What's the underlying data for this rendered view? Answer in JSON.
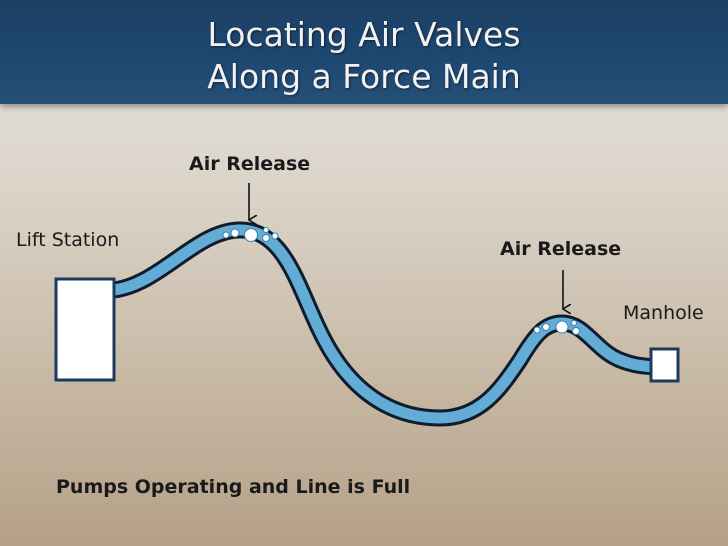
{
  "title": {
    "line1": "Locating Air Valves",
    "line2": "Along a Force Main"
  },
  "labels": {
    "lift_station": "Lift Station",
    "manhole": "Manhole",
    "air_release_1": "Air Release",
    "air_release_2": "Air Release",
    "caption": "Pumps Operating and Line is Full"
  },
  "colors": {
    "header": "#1e3f63",
    "pipe_fill": "#63acd6",
    "pipe_outline": "#0f1c2c",
    "structure_fill": "#ffffff",
    "structure_outline": "#1b3a5c"
  }
}
